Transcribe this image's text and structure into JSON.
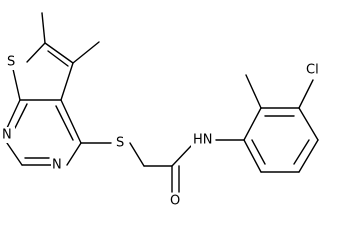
{
  "atoms": {
    "sulfur_ring": "S",
    "nitrogen_upper": "N",
    "nitrogen_lower": "N",
    "sulfur_linker": "S",
    "amide_nh": "HN",
    "carbonyl_o": "O",
    "chlorine": "Cl"
  }
}
